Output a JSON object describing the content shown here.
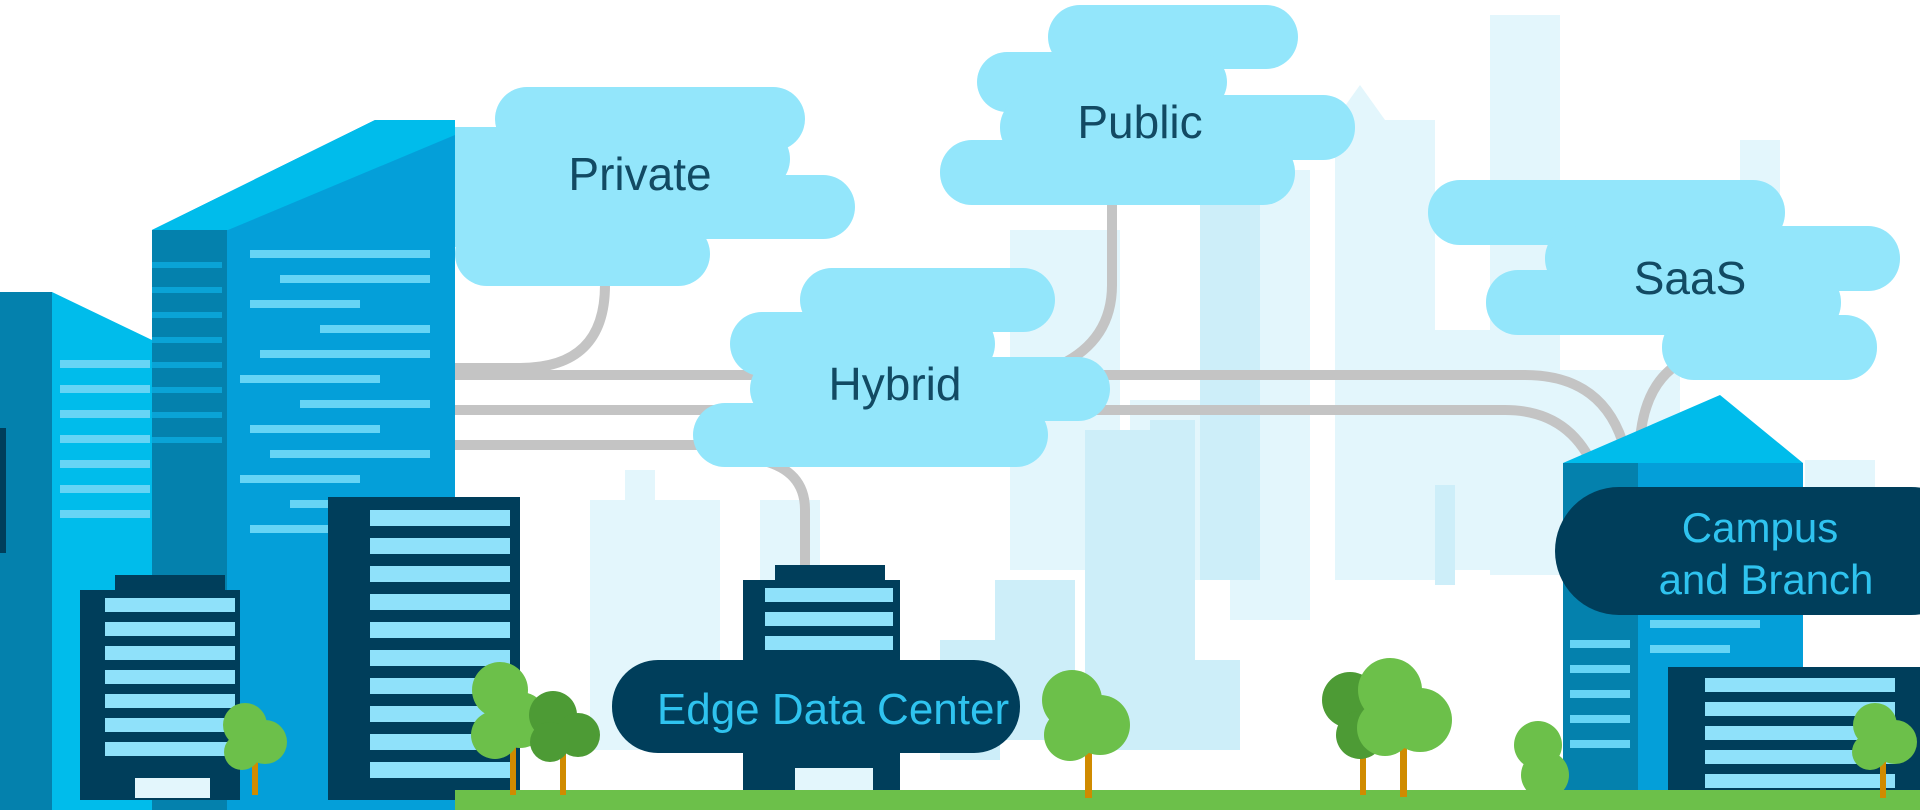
{
  "clouds": {
    "private": "Private",
    "public": "Public",
    "hybrid": "Hybrid",
    "saas": "SaaS"
  },
  "locations": {
    "edge_data_center": "Edge Data Center",
    "campus_line1": "Campus",
    "campus_line2": "and Branch"
  },
  "colors": {
    "cloud": "#93e6fb",
    "cloud_text": "#124a63",
    "label_bg": "#003e5b",
    "label_text": "#2fc3ef",
    "building_blue": "#049fd9",
    "building_dark": "#003e5b",
    "grass": "#6cc04a",
    "connector": "#c4c4c4"
  }
}
